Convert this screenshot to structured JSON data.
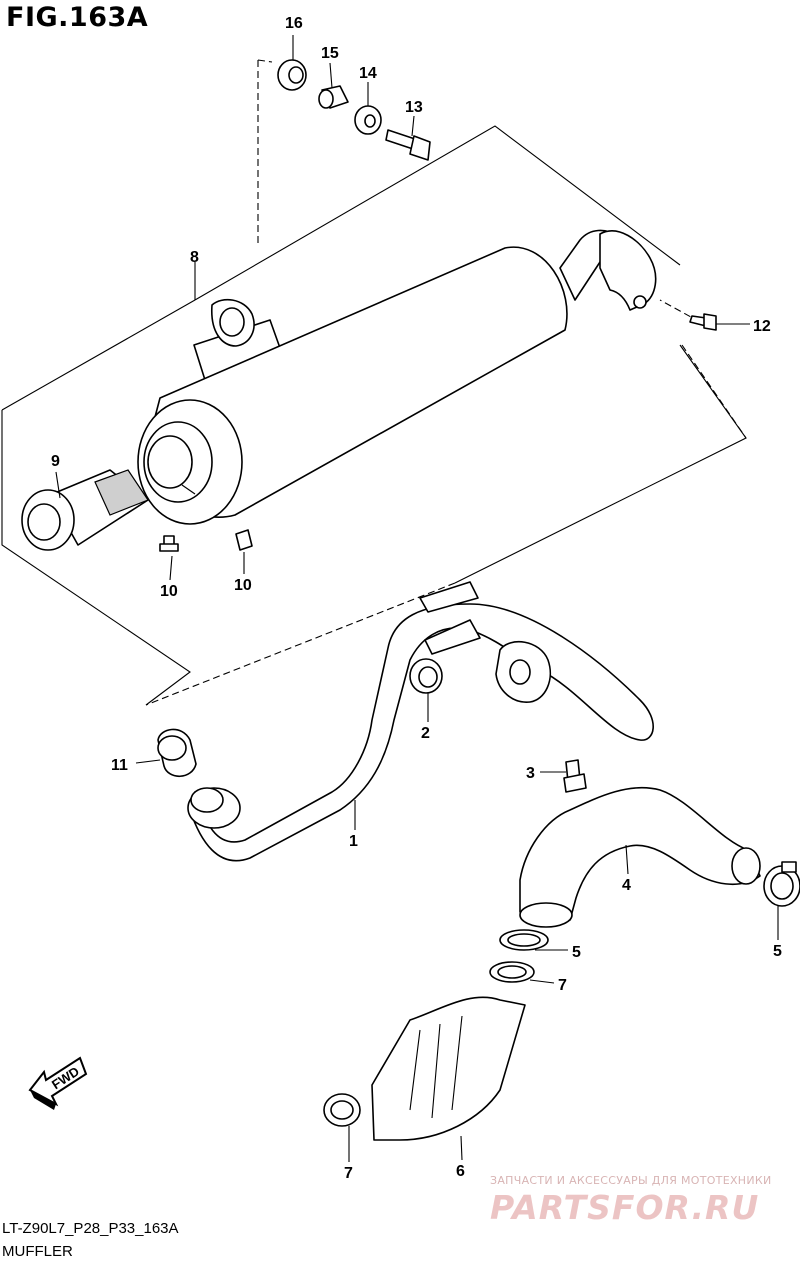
{
  "figure": {
    "title": "FIG.163A",
    "code": "LT-Z90L7_P28_P33_163A",
    "name": "MUFFLER"
  },
  "direction_badge": "FWD",
  "watermark": {
    "tagline": "ЗАПЧАСТИ И АКСЕССУАРЫ ДЛЯ МОТОТЕХНИКИ",
    "logo": "PARTSFOR.RU"
  },
  "callouts": {
    "c1": "1",
    "c2": "2",
    "c3": "3",
    "c4": "4",
    "c5a": "5",
    "c5b": "5",
    "c6": "6",
    "c7a": "7",
    "c7b": "7",
    "c8": "8",
    "c9": "9",
    "c10a": "10",
    "c10b": "10",
    "c11": "11",
    "c12": "12",
    "c13": "13",
    "c14": "14",
    "c15": "15",
    "c16": "16"
  },
  "colors": {
    "line": "#000000",
    "background": "#ffffff",
    "mesh": "#9a9a9a",
    "watermark": "#ecc4c4"
  }
}
